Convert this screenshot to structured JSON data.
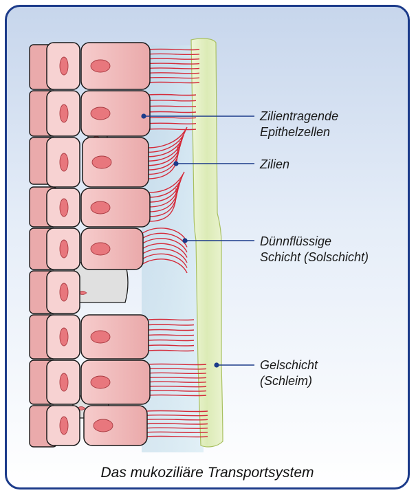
{
  "diagram": {
    "title": "Das mukoziliäre Transportsystem",
    "labels": {
      "epithel": {
        "line1": "Zilientragende",
        "line2": "Epithelzellen"
      },
      "zilien": {
        "line1": "Zilien"
      },
      "sol": {
        "line1": "Dünnflüssige",
        "line2": "Schicht (Solschicht)"
      },
      "gel": {
        "line1": "Gelschicht",
        "line2": "(Schleim)"
      }
    }
  },
  "colors": {
    "frame_border": "#1c3b8a",
    "cell_fill": "#f2bcbc",
    "nucleus_fill": "#e8777d",
    "goblet_fill": "#e0e0e0",
    "cilia": "#d42b3a",
    "gel_layer": "#e3efc4",
    "leader_line": "#1c3b8a"
  }
}
